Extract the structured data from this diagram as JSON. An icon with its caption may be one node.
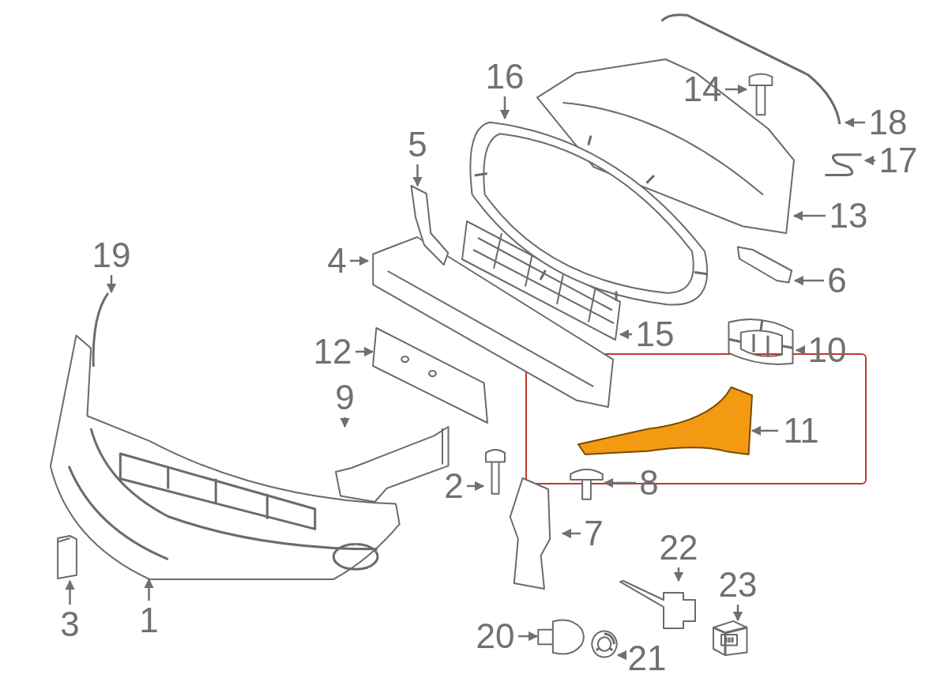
{
  "diagram": {
    "nodes": [
      {
        "text": [
          "1"
        ]
      },
      {
        "text": [],
        "shape": "picture"
      },
      {
        "text": [
          "2"
        ]
      },
      {
        "text": [],
        "shape": "picture"
      },
      {
        "text": [
          "3"
        ]
      },
      {
        "text": [],
        "shape": "picture"
      },
      {
        "text": [
          "4"
        ]
      },
      {
        "text": [],
        "shape": "picture"
      },
      {
        "text": [
          "5"
        ]
      },
      {
        "text": [],
        "shape": "picture"
      },
      {
        "text": [
          "6"
        ]
      },
      {
        "text": [],
        "shape": "picture"
      },
      {
        "text": [
          "7"
        ]
      },
      {
        "text": [],
        "shape": "picture"
      },
      {
        "text": [
          "8"
        ]
      },
      {
        "text": [],
        "shape": "picture"
      },
      {
        "text": [
          "9"
        ]
      },
      {
        "text": [],
        "shape": "picture"
      },
      {
        "text": [
          "10"
        ]
      },
      {
        "text": [],
        "shape": "picture"
      },
      {
        "text": [
          "11"
        ]
      },
      {
        "text": [],
        "shape": "picture"
      },
      {
        "text": [
          "12"
        ]
      },
      {
        "text": [],
        "shape": "picture"
      },
      {
        "text": [
          "13"
        ]
      },
      {
        "text": [],
        "shape": "picture"
      },
      {
        "text": [
          "14"
        ]
      },
      {
        "text": [],
        "shape": "picture"
      },
      {
        "text": [
          "15"
        ]
      },
      {
        "text": [],
        "shape": "picture"
      },
      {
        "text": [
          "16"
        ]
      },
      {
        "text": [],
        "shape": "picture"
      },
      {
        "text": [
          "17"
        ]
      },
      {
        "text": [],
        "shape": "picture"
      },
      {
        "text": [
          "18"
        ]
      },
      {
        "text": [],
        "shape": "picture"
      },
      {
        "text": [
          "19"
        ]
      },
      {
        "text": [],
        "shape": "picture"
      },
      {
        "text": [
          "20"
        ]
      },
      {
        "text": [],
        "shape": "picture"
      },
      {
        "text": [
          "21"
        ]
      },
      {
        "text": [],
        "shape": "picture"
      },
      {
        "text": [
          "22"
        ]
      },
      {
        "text": [],
        "shape": "picture"
      },
      {
        "text": [
          "23"
        ]
      },
      {
        "text": [],
        "shape": "picture"
      }
    ],
    "edges": [
      {
        "from": 0,
        "to": 1,
        "arrow": "to"
      },
      {
        "from": 2,
        "to": 3,
        "arrow": "to"
      },
      {
        "from": 4,
        "to": 5,
        "arrow": "to"
      },
      {
        "from": 6,
        "to": 7,
        "arrow": "to"
      },
      {
        "from": 8,
        "to": 9,
        "arrow": "to"
      },
      {
        "from": 10,
        "to": 11,
        "arrow": "to"
      },
      {
        "from": 12,
        "to": 13,
        "arrow": "to"
      },
      {
        "from": 14,
        "to": 15,
        "arrow": "to"
      },
      {
        "from": 16,
        "to": 17,
        "arrow": "to"
      },
      {
        "from": 18,
        "to": 19,
        "arrow": "to"
      },
      {
        "from": 20,
        "to": 21,
        "arrow": "to"
      },
      {
        "from": 22,
        "to": 23,
        "arrow": "to"
      },
      {
        "from": 24,
        "to": 25,
        "arrow": "to"
      },
      {
        "from": 26,
        "to": 27,
        "arrow": "to"
      },
      {
        "from": 28,
        "to": 29,
        "arrow": "to"
      },
      {
        "from": 30,
        "to": 31,
        "arrow": "to"
      },
      {
        "from": 32,
        "to": 33,
        "arrow": "to"
      },
      {
        "from": 34,
        "to": 35,
        "arrow": "to"
      },
      {
        "from": 36,
        "to": 37,
        "arrow": "to"
      },
      {
        "from": 38,
        "to": 39,
        "arrow": "to"
      },
      {
        "from": 40,
        "to": 41,
        "arrow": "to"
      },
      {
        "from": 42,
        "to": 43,
        "arrow": "to"
      },
      {
        "from": 44,
        "to": 45,
        "arrow": "to"
      }
    ]
  }
}
